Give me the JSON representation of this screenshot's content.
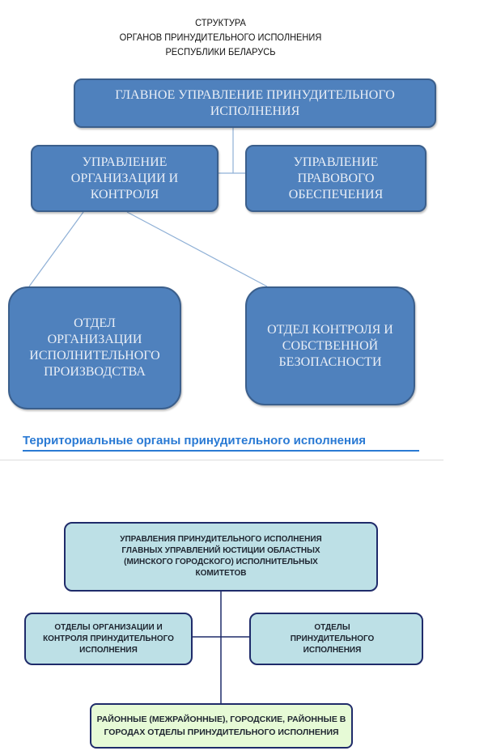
{
  "header": {
    "lines": [
      "СТРУКТУРА",
      "ОРГАНОВ ПРИНУДИТЕЛЬНОГО ИСПОЛНЕНИЯ",
      "РЕСПУБЛИКИ БЕЛАРУСЬ"
    ]
  },
  "central": {
    "main": "ГЛАВНОЕ УПРАВЛЕНИЕ ПРИНУДИТЕЛЬНОГО ИСПОЛНЕНИЯ",
    "org_control": "УПРАВЛЕНИЕ ОРГАНИЗАЦИИ И КОНТРОЛЯ",
    "legal": "УПРАВЛЕНИЕ ПРАВОВОГО ОБЕСПЕЧЕНИЯ",
    "dept_exec": "ОТДЕЛ ОРГАНИЗАЦИИ ИСПОЛНИТЕЛЬНОГО ПРОИЗВОДСТВА",
    "dept_control": "ОТДЕЛ КОНТРОЛЯ И СОБСТВЕННОЙ БЕЗОПАСНОСТИ"
  },
  "territorial": {
    "heading": "Территориальные органы принудительного исполнения",
    "top": "УПРАВЛЕНИЯ ПРИНУДИТЕЛЬНОГО ИСПОЛНЕНИЯ ГЛАВНЫХ УПРАВЛЕНИЙ ЮСТИЦИИ ОБЛАСТНЫХ (МИНСКОГО ГОРОДСКОГО) ИСПОЛНИТЕЛЬНЫХ КОМИТЕТОВ",
    "left": "ОТДЕЛЫ ОРГАНИЗАЦИИ И КОНТРОЛЯ ПРИНУДИТЕЛЬНОГО ИСПОЛНЕНИЯ",
    "right": "ОТДЕЛЫ ПРИНУДИТЕЛЬНОГО ИСПОЛНЕНИЯ",
    "bottom": "РАЙОННЫЕ (МЕЖРАЙОННЫЕ), ГОРОДСКИЕ, РАЙОННЫЕ В ГОРОДАХ ОТДЕЛЫ ПРИНУДИТЕЛЬНОГО ИСПОЛНЕНИЯ"
  }
}
